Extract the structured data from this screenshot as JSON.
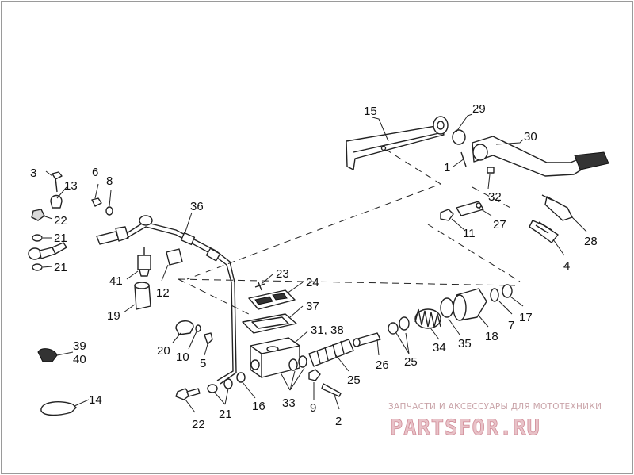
{
  "callouts": {
    "c1": "1",
    "c2": "2",
    "c3": "3",
    "c4": "4",
    "c5": "5",
    "c6": "6",
    "c7": "7",
    "c8": "8",
    "c9": "9",
    "c10": "10",
    "c11": "11",
    "c12": "12",
    "c13": "13",
    "c14": "14",
    "c15": "15",
    "c16": "16",
    "c17": "17",
    "c18": "18",
    "c19": "19",
    "c20": "20",
    "c21a": "21",
    "c21b": "21",
    "c21c": "21",
    "c22a": "22",
    "c22b": "22",
    "c23": "23",
    "c24": "24",
    "c25a": "25",
    "c25b": "25",
    "c26": "26",
    "c27": "27",
    "c28": "28",
    "c29": "29",
    "c30": "30",
    "c31_38": "31, 38",
    "c32": "32",
    "c33": "33",
    "c34": "34",
    "c35": "35",
    "c36": "36",
    "c37": "37",
    "c39": "39",
    "c40": "40",
    "c41": "41"
  },
  "watermark": {
    "tagline": "ЗАПЧАСТИ И АКСЕССУАРЫ ДЛЯ МОТОТЕХНИКИ",
    "brand": "PARTSFOR.RU"
  }
}
